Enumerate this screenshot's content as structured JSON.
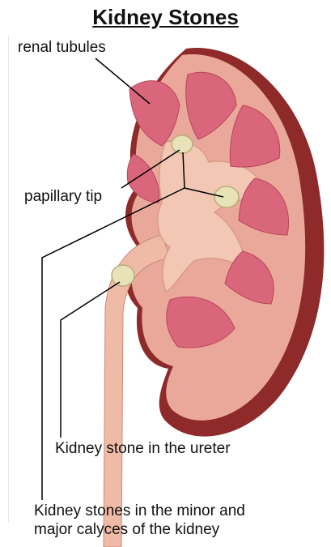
{
  "title": "Kidney Stones",
  "labels": {
    "renal_tubules": "renal tubules",
    "papillary_tip": "papillary tip",
    "stone_ureter": "Kidney stone in the ureter",
    "stones_calyces_line1": "Kidney stones in the minor and",
    "stones_calyces_line2": "major calyces of the kidney"
  },
  "colors": {
    "capsule": "#8e2a2a",
    "cortex": "#e9a89a",
    "pyramid": "#d9667a",
    "pelvis": "#f2c7b4",
    "stone": "#e8e2b8"
  }
}
